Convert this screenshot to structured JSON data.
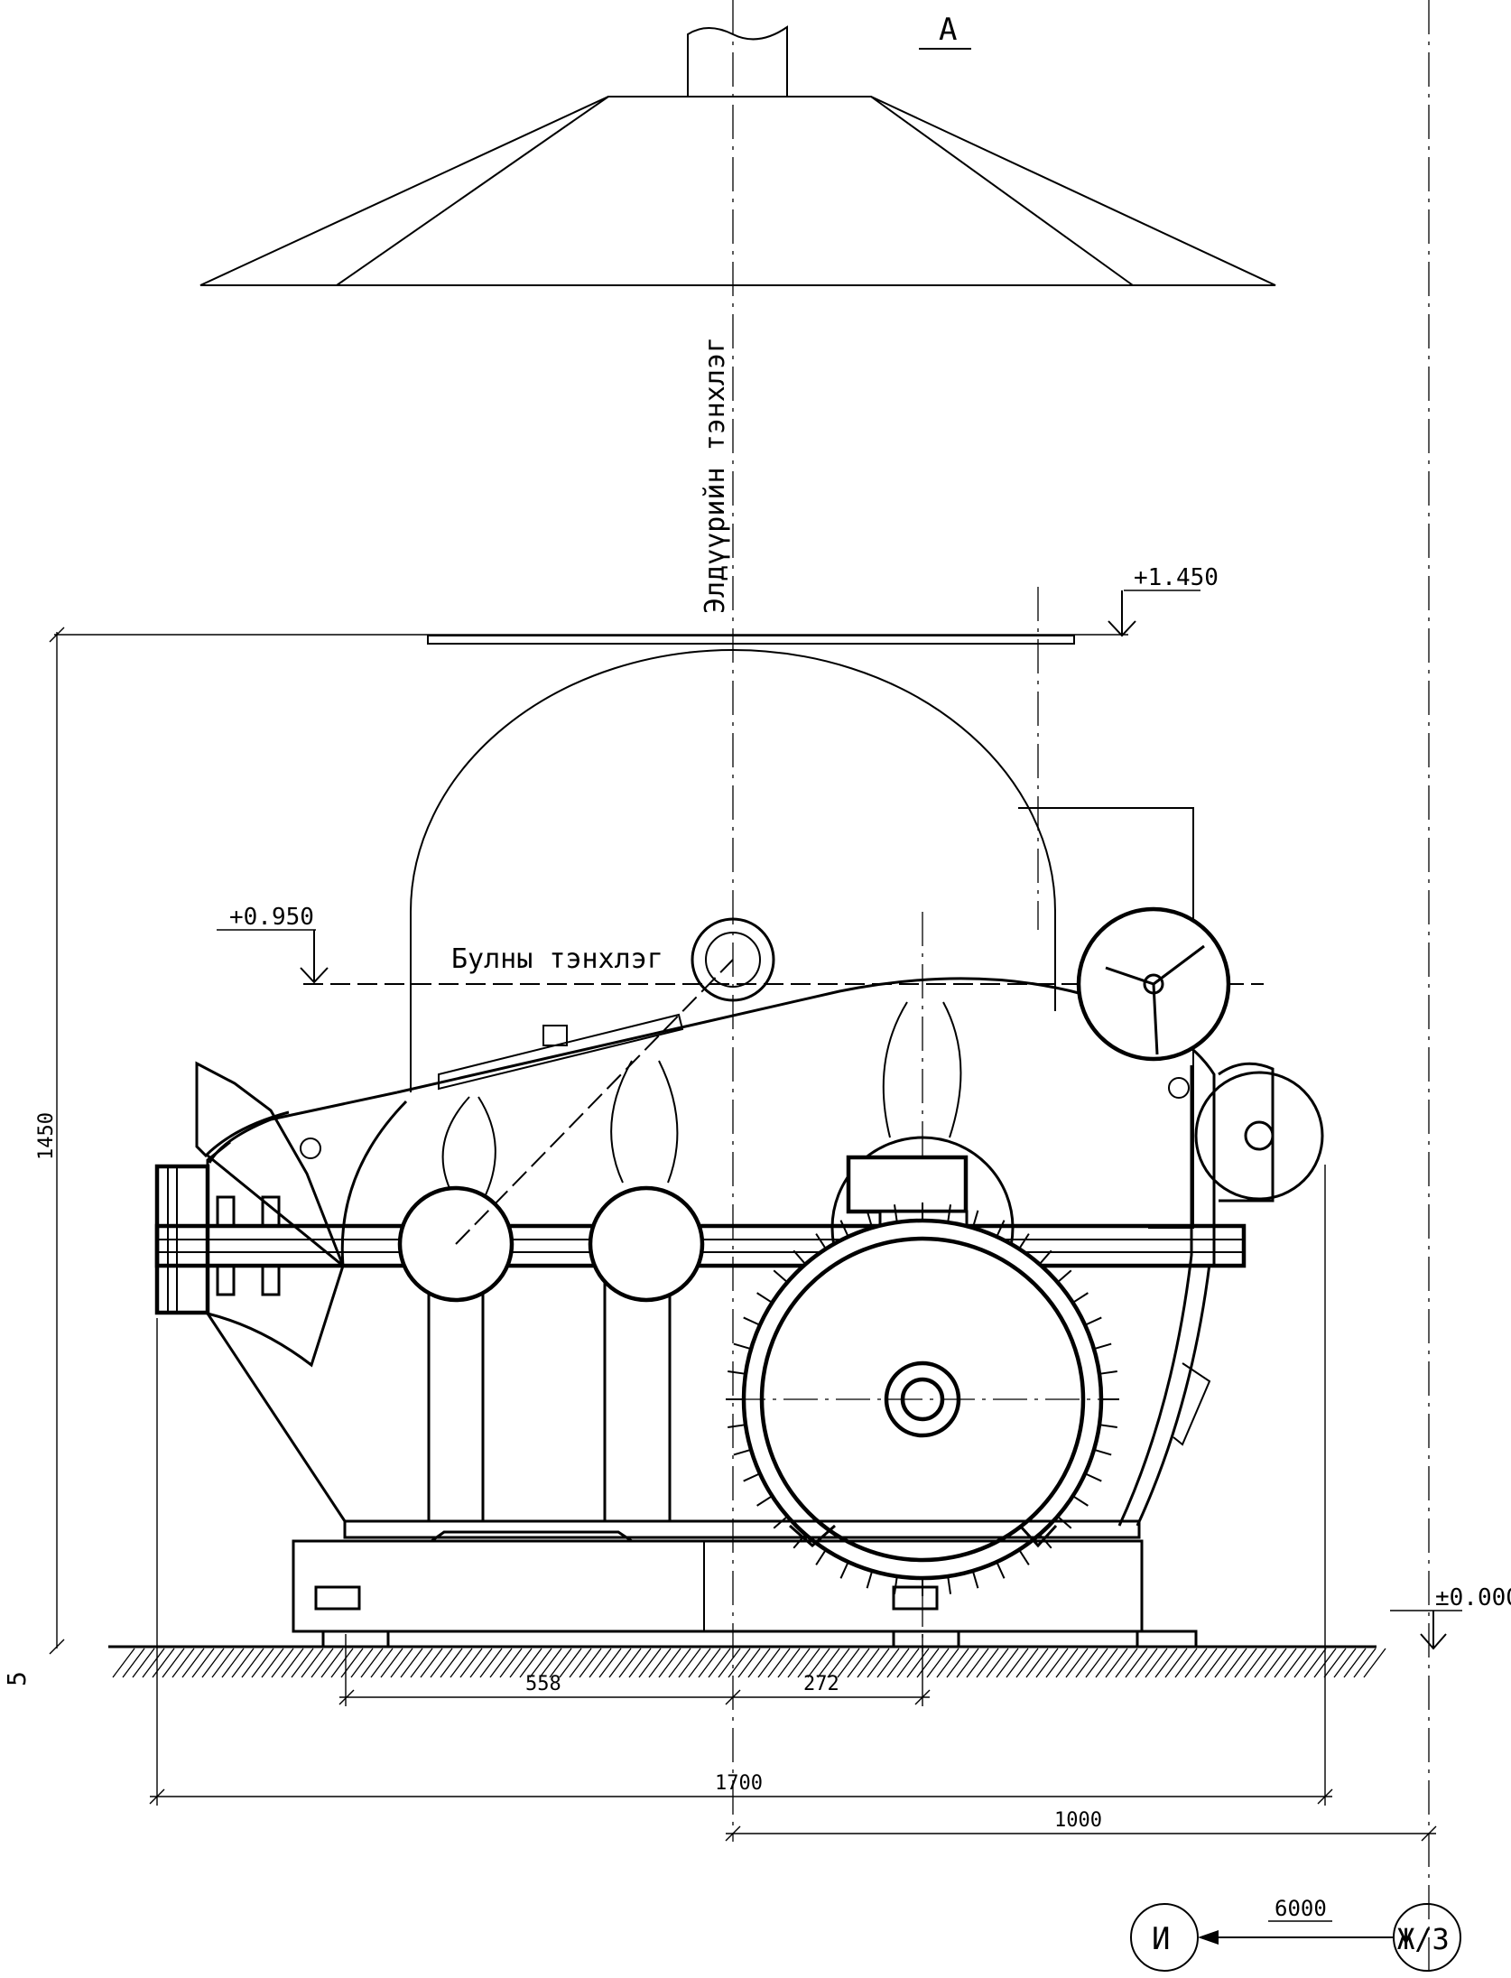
{
  "view_label": "A",
  "labels": {
    "elevator_axis": "Элдүүрийн тэнхлэг",
    "drum_axis": "Булны тэнхлэг"
  },
  "levels": {
    "top": "+1.450",
    "drum": "+0.950",
    "ground": "±0.000"
  },
  "dimensions": {
    "height": "1450",
    "left_bolt": "558",
    "right_bolt": "272",
    "overall_width": "1700",
    "axis_offset": "1000",
    "grid_span": "6000"
  },
  "grid_axes": {
    "left": "И",
    "right": "Ж/З"
  },
  "margin_mark": "5"
}
